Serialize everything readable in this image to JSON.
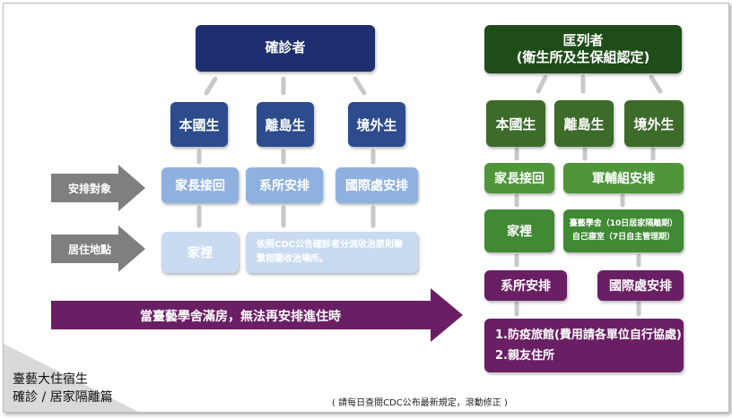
{
  "left": {
    "root": "確診者",
    "students": [
      "本國生",
      "離島生",
      "境外生"
    ],
    "pickup": [
      "家長接回",
      "系所安排",
      "國際處安排"
    ],
    "home": "家裡",
    "note": [
      "依照CDC公告確診者分流收治原則聯",
      "繫相關收治場所。"
    ]
  },
  "rows": {
    "target": "安排對象",
    "location": "居住地點"
  },
  "right": {
    "root": [
      "匡列者",
      "(衛生所及生保組認定)"
    ],
    "students": [
      "本國生",
      "離島生",
      "境外生"
    ],
    "pickup": [
      "家長接回",
      "軍輔組安排"
    ],
    "home": "家裡",
    "dorm_note": [
      "臺藝學舍（10日居家隔離期）",
      "自己寢室（7日自主管理期）"
    ],
    "dept": "系所安排",
    "intl": "國際處安排",
    "options": [
      "1.防疫旅館(費用請各單位自行協處)",
      "2.親友住所"
    ]
  },
  "banner": "當臺藝學舍滿房，無法再安排進住時",
  "corner": [
    "臺藝大住宿生",
    "確診 / 居家隔離篇"
  ],
  "footer": "( 請每日查閱CDC公布最新規定，滾動修正 )",
  "colors": {
    "navy": "#1d2f6e",
    "green": "#1f4d19",
    "purple": "#6a1f64",
    "arrow_gray": "#7f7f7f"
  }
}
